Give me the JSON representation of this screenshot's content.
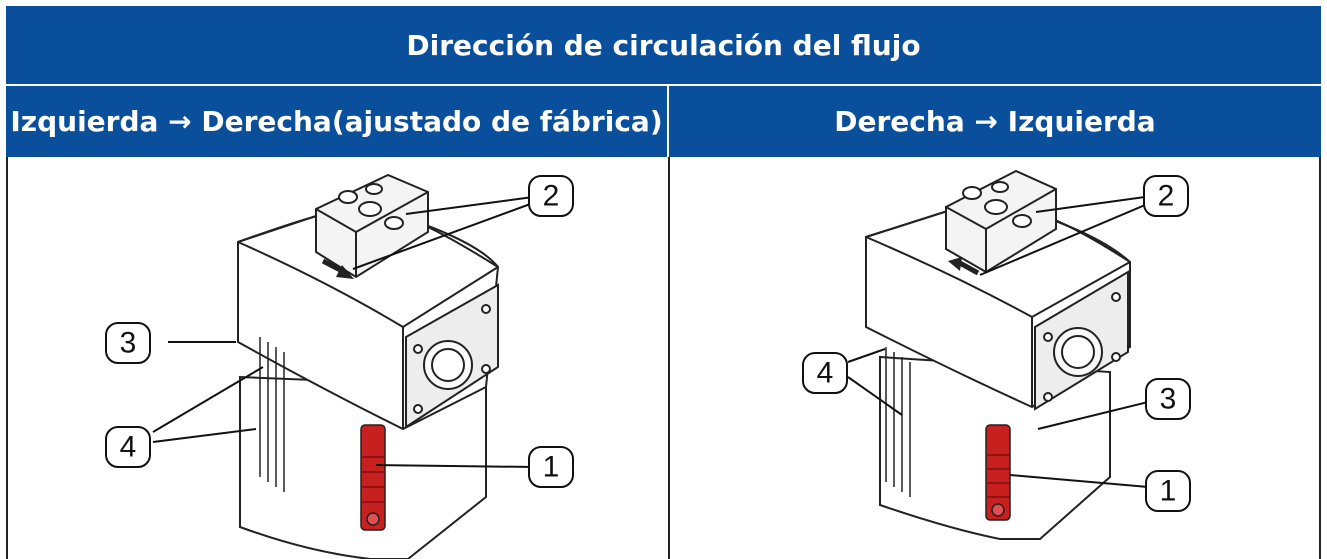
{
  "table": {
    "title": "Dirección de circulación del flujo",
    "left_header_line1": "Izquierda → Derecha",
    "left_header_line2": "(ajustado de fábrica)",
    "right_header": "Derecha → Izquierda"
  },
  "left_figure": {
    "callouts": [
      "2",
      "3",
      "4",
      "1"
    ]
  },
  "right_figure": {
    "callouts": [
      "2",
      "4",
      "3",
      "1"
    ]
  },
  "colors": {
    "header_blue": "#0a4f9c",
    "indicator_red": "#c8201e"
  }
}
